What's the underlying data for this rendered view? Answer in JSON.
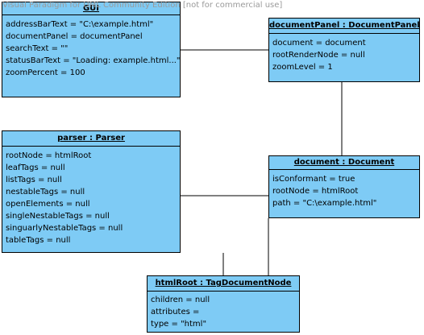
{
  "watermark": "Visual Paradigm for UML Community Edition [not for commercial use]",
  "objects": {
    "gui": {
      "title": "GUI",
      "attributes": [
        "addressBarText = \"C:\\example.html\"",
        "documentPanel = documentPanel",
        "searchText = \"\"",
        "statusBarText = \"Loading: example.html...\"",
        "zoomPercent = 100"
      ]
    },
    "document_panel": {
      "title": "documentPanel : DocumentPanel",
      "attributes": [
        "document = document",
        "rootRenderNode = null",
        "zoomLevel = 1"
      ]
    },
    "parser": {
      "title": "parser : Parser",
      "attributes": [
        "rootNode = htmlRoot",
        "leafTags = null",
        "listTags = null",
        "nestableTags = null",
        "openElements = null",
        "singleNestableTags = null",
        "singuarlyNestableTags = null",
        "tableTags = null"
      ]
    },
    "document": {
      "title": "document : Document",
      "attributes": [
        "isConformant = true",
        "rootNode = htmlRoot",
        "path = \"C:\\example.html\""
      ]
    },
    "html_root": {
      "title": "htmlRoot : TagDocumentNode",
      "attributes": [
        "children = null",
        "attributes =",
        "type = \"html\""
      ]
    }
  }
}
